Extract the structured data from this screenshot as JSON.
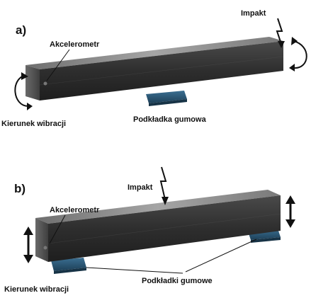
{
  "panels": [
    {
      "letter": "a)",
      "accelerometer_label": "Akcelerometr",
      "impact_label": "Impakt",
      "pad_label": "Podkładka gumowa",
      "vibration_label": "Kierunek wibracji"
    },
    {
      "letter": "b)",
      "accelerometer_label": "Akcelerometr",
      "impact_label": "Impakt",
      "pad_label": "Podkładki gumowe",
      "vibration_label": "Kierunek wibracji"
    }
  ],
  "colors": {
    "beam_top": "#8c8c8c",
    "beam_front": "#3a3a3a",
    "beam_end": "#5a5a5a",
    "pad": "#2c5a78",
    "ink": "#111111"
  }
}
